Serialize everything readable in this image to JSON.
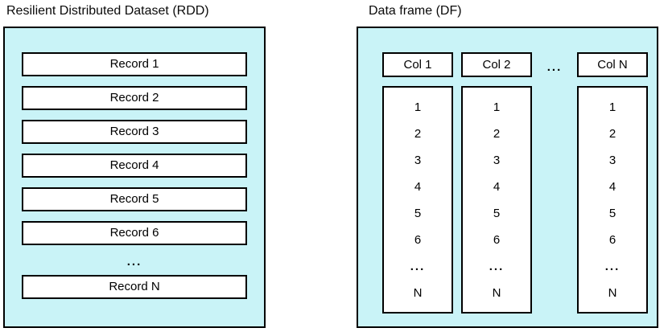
{
  "colors": {
    "panel_fill": "#c9f3f7",
    "border": "#000000",
    "box_fill": "#ffffff"
  },
  "rdd": {
    "title": "Resilient Distributed Dataset (RDD)",
    "records": [
      "Record 1",
      "Record 2",
      "Record 3",
      "Record 4",
      "Record 5",
      "Record 6"
    ],
    "ellipsis": "...",
    "record_n": "Record N"
  },
  "df": {
    "title": "Data frame (DF)",
    "header_ellipsis": "...",
    "columns": [
      {
        "header": "Col 1",
        "values": [
          "1",
          "2",
          "3",
          "4",
          "5",
          "6",
          "...",
          "N"
        ]
      },
      {
        "header": "Col 2",
        "values": [
          "1",
          "2",
          "3",
          "4",
          "5",
          "6",
          "...",
          "N"
        ]
      },
      {
        "header": "Col N",
        "values": [
          "1",
          "2",
          "3",
          "4",
          "5",
          "6",
          "...",
          "N"
        ]
      }
    ]
  }
}
